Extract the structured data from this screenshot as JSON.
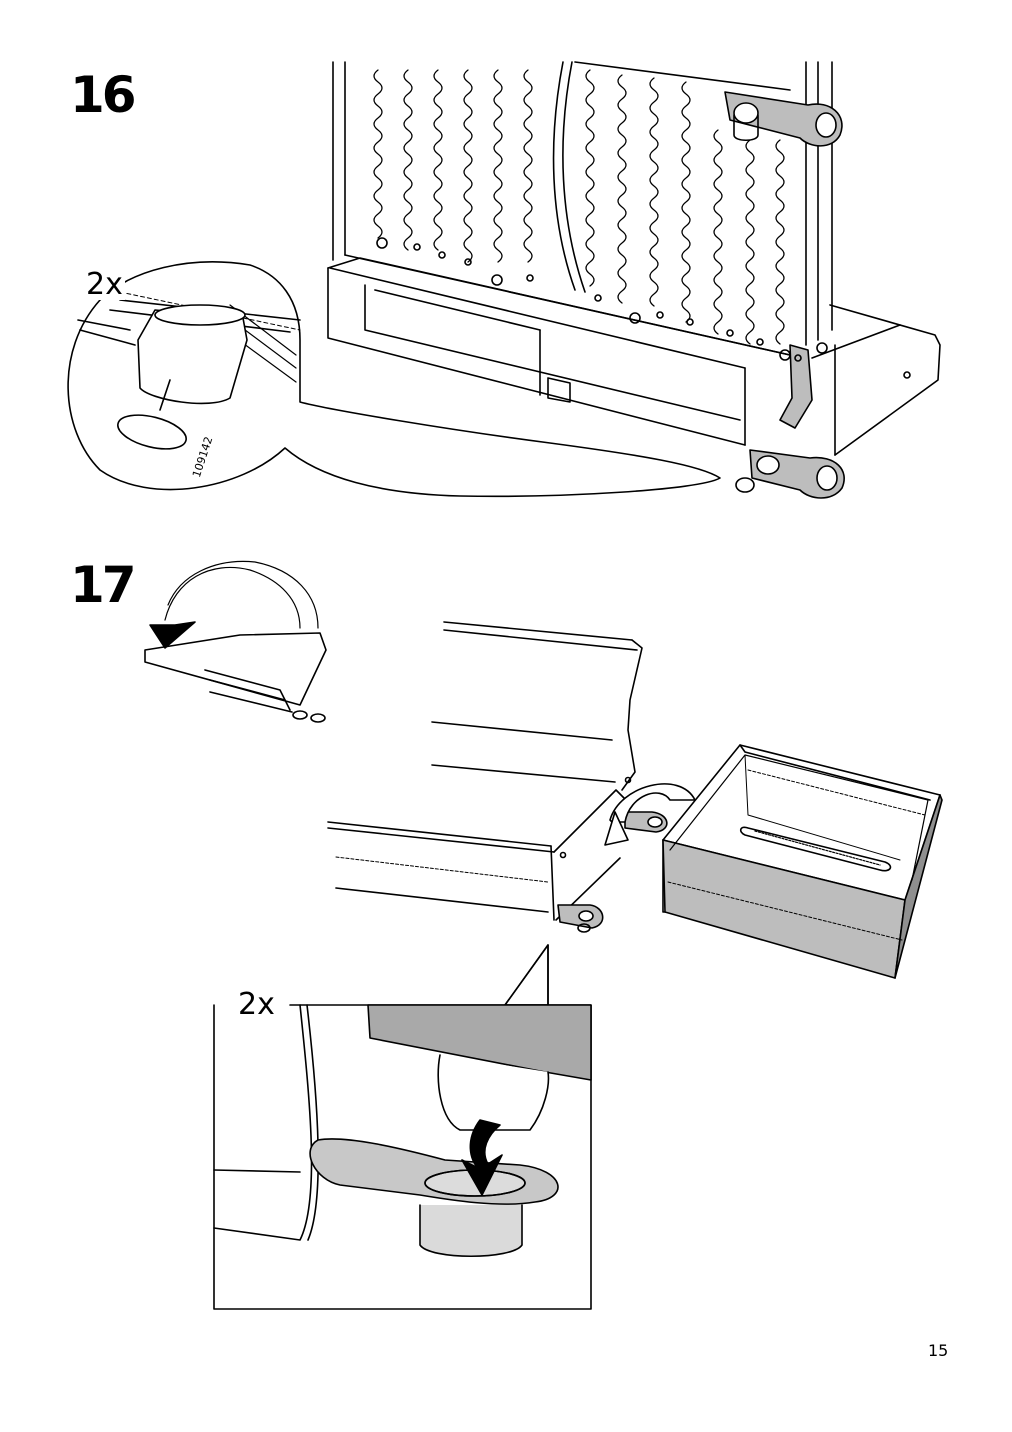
{
  "steps": [
    {
      "number": "16",
      "quantity": "2x",
      "part_number": "109142"
    },
    {
      "number": "17",
      "quantity": "2x"
    }
  ],
  "page_number": "15",
  "colors": {
    "line": "#000000",
    "fill_gray": "#bdbdbd",
    "fill_dark": "#a9a9a9"
  }
}
